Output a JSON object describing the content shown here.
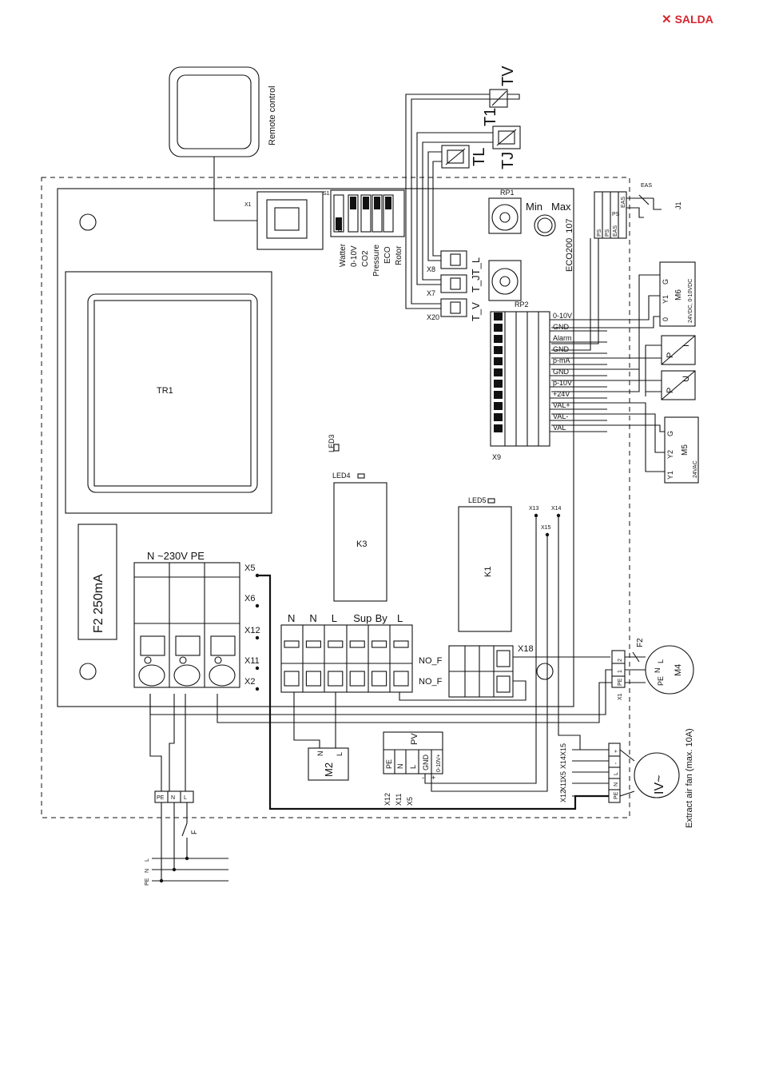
{
  "brand": {
    "name": "SALDA",
    "color": "#d6262e"
  },
  "remote": "Remote control",
  "sensors": {
    "t1": "T1",
    "tv": "TV",
    "tj": "TJ",
    "tl": "TL"
  },
  "board": {
    "id": "ECO200_107",
    "x1": "X1",
    "s1": "S1",
    "dn": "DN",
    "rp1": "RP1",
    "rp2": "RP2",
    "min": "Min",
    "max": "Max",
    "x8": "X8",
    "x7": "X7",
    "x20": "X20",
    "tjtl": "T_JT_L",
    "tv": "T_V",
    "x9": "X9",
    "tr1": "TR1",
    "led3": "LED3",
    "led4": "LED4",
    "led5": "LED5",
    "k3": "K3",
    "k1": "K1",
    "x13": "X13",
    "x14": "X14",
    "x15": "X15",
    "x5": "X5",
    "x6": "X6",
    "x12": "X12",
    "x11": "X11",
    "x2": "X2",
    "x18": "X18",
    "nof": "NO_F",
    "fuse": "F2  250mA",
    "mains": "N  ~230V  PE"
  },
  "dip": [
    "Watter",
    "0-10V",
    "CO2",
    "Pressure",
    "ECO",
    "Rotor"
  ],
  "x9_terms": [
    "0-10V",
    "GND",
    "Alarm",
    "GND",
    "p-mA",
    "GND",
    "p-10V",
    "+24V",
    "VAL+",
    "VAL-",
    "VAL"
  ],
  "relay_terms": [
    "N",
    "N",
    "L",
    "Sup",
    "By",
    "L"
  ],
  "eas": {
    "eas": "EAS",
    "ps": "PS",
    "j1": "J1",
    "block": [
      "PS",
      "PS",
      "EAS",
      "EAS"
    ]
  },
  "m6": {
    "name": "M6",
    "spec": "24VDC, 0-10VDC",
    "pins": [
      "0",
      "Y1",
      "G"
    ]
  },
  "pi": [
    "P",
    "I"
  ],
  "pu": [
    "P",
    "U"
  ],
  "m5": {
    "name": "M5",
    "spec": "24VAC",
    "pins": [
      "Y1",
      "Y2",
      "G"
    ]
  },
  "m4": {
    "name": "M4",
    "pins": [
      "PE",
      "N",
      "L"
    ],
    "f2": "F2",
    "block": [
      "PE",
      "1",
      "2"
    ],
    "x1": "X1"
  },
  "m2": {
    "name": "M2",
    "pins": [
      "N",
      "L"
    ]
  },
  "pv": {
    "name": "PV",
    "pins": [
      "PE",
      "N",
      "L",
      "GND",
      "0-10V+"
    ],
    "xs": [
      "X12",
      "X11",
      "X5"
    ],
    "pm": [
      "-",
      "+"
    ]
  },
  "fan": {
    "label": "Extract air fan (max. 10A)",
    "sym": "IV~",
    "xs": [
      "X15",
      "X14",
      "X5",
      "X11",
      "X12"
    ],
    "pins": [
      "+",
      "-",
      "L",
      "N",
      "PE"
    ]
  },
  "supply": {
    "lines": [
      "L",
      "N",
      "PE"
    ],
    "block": [
      "PE",
      "N",
      "L"
    ],
    "f": "F"
  }
}
